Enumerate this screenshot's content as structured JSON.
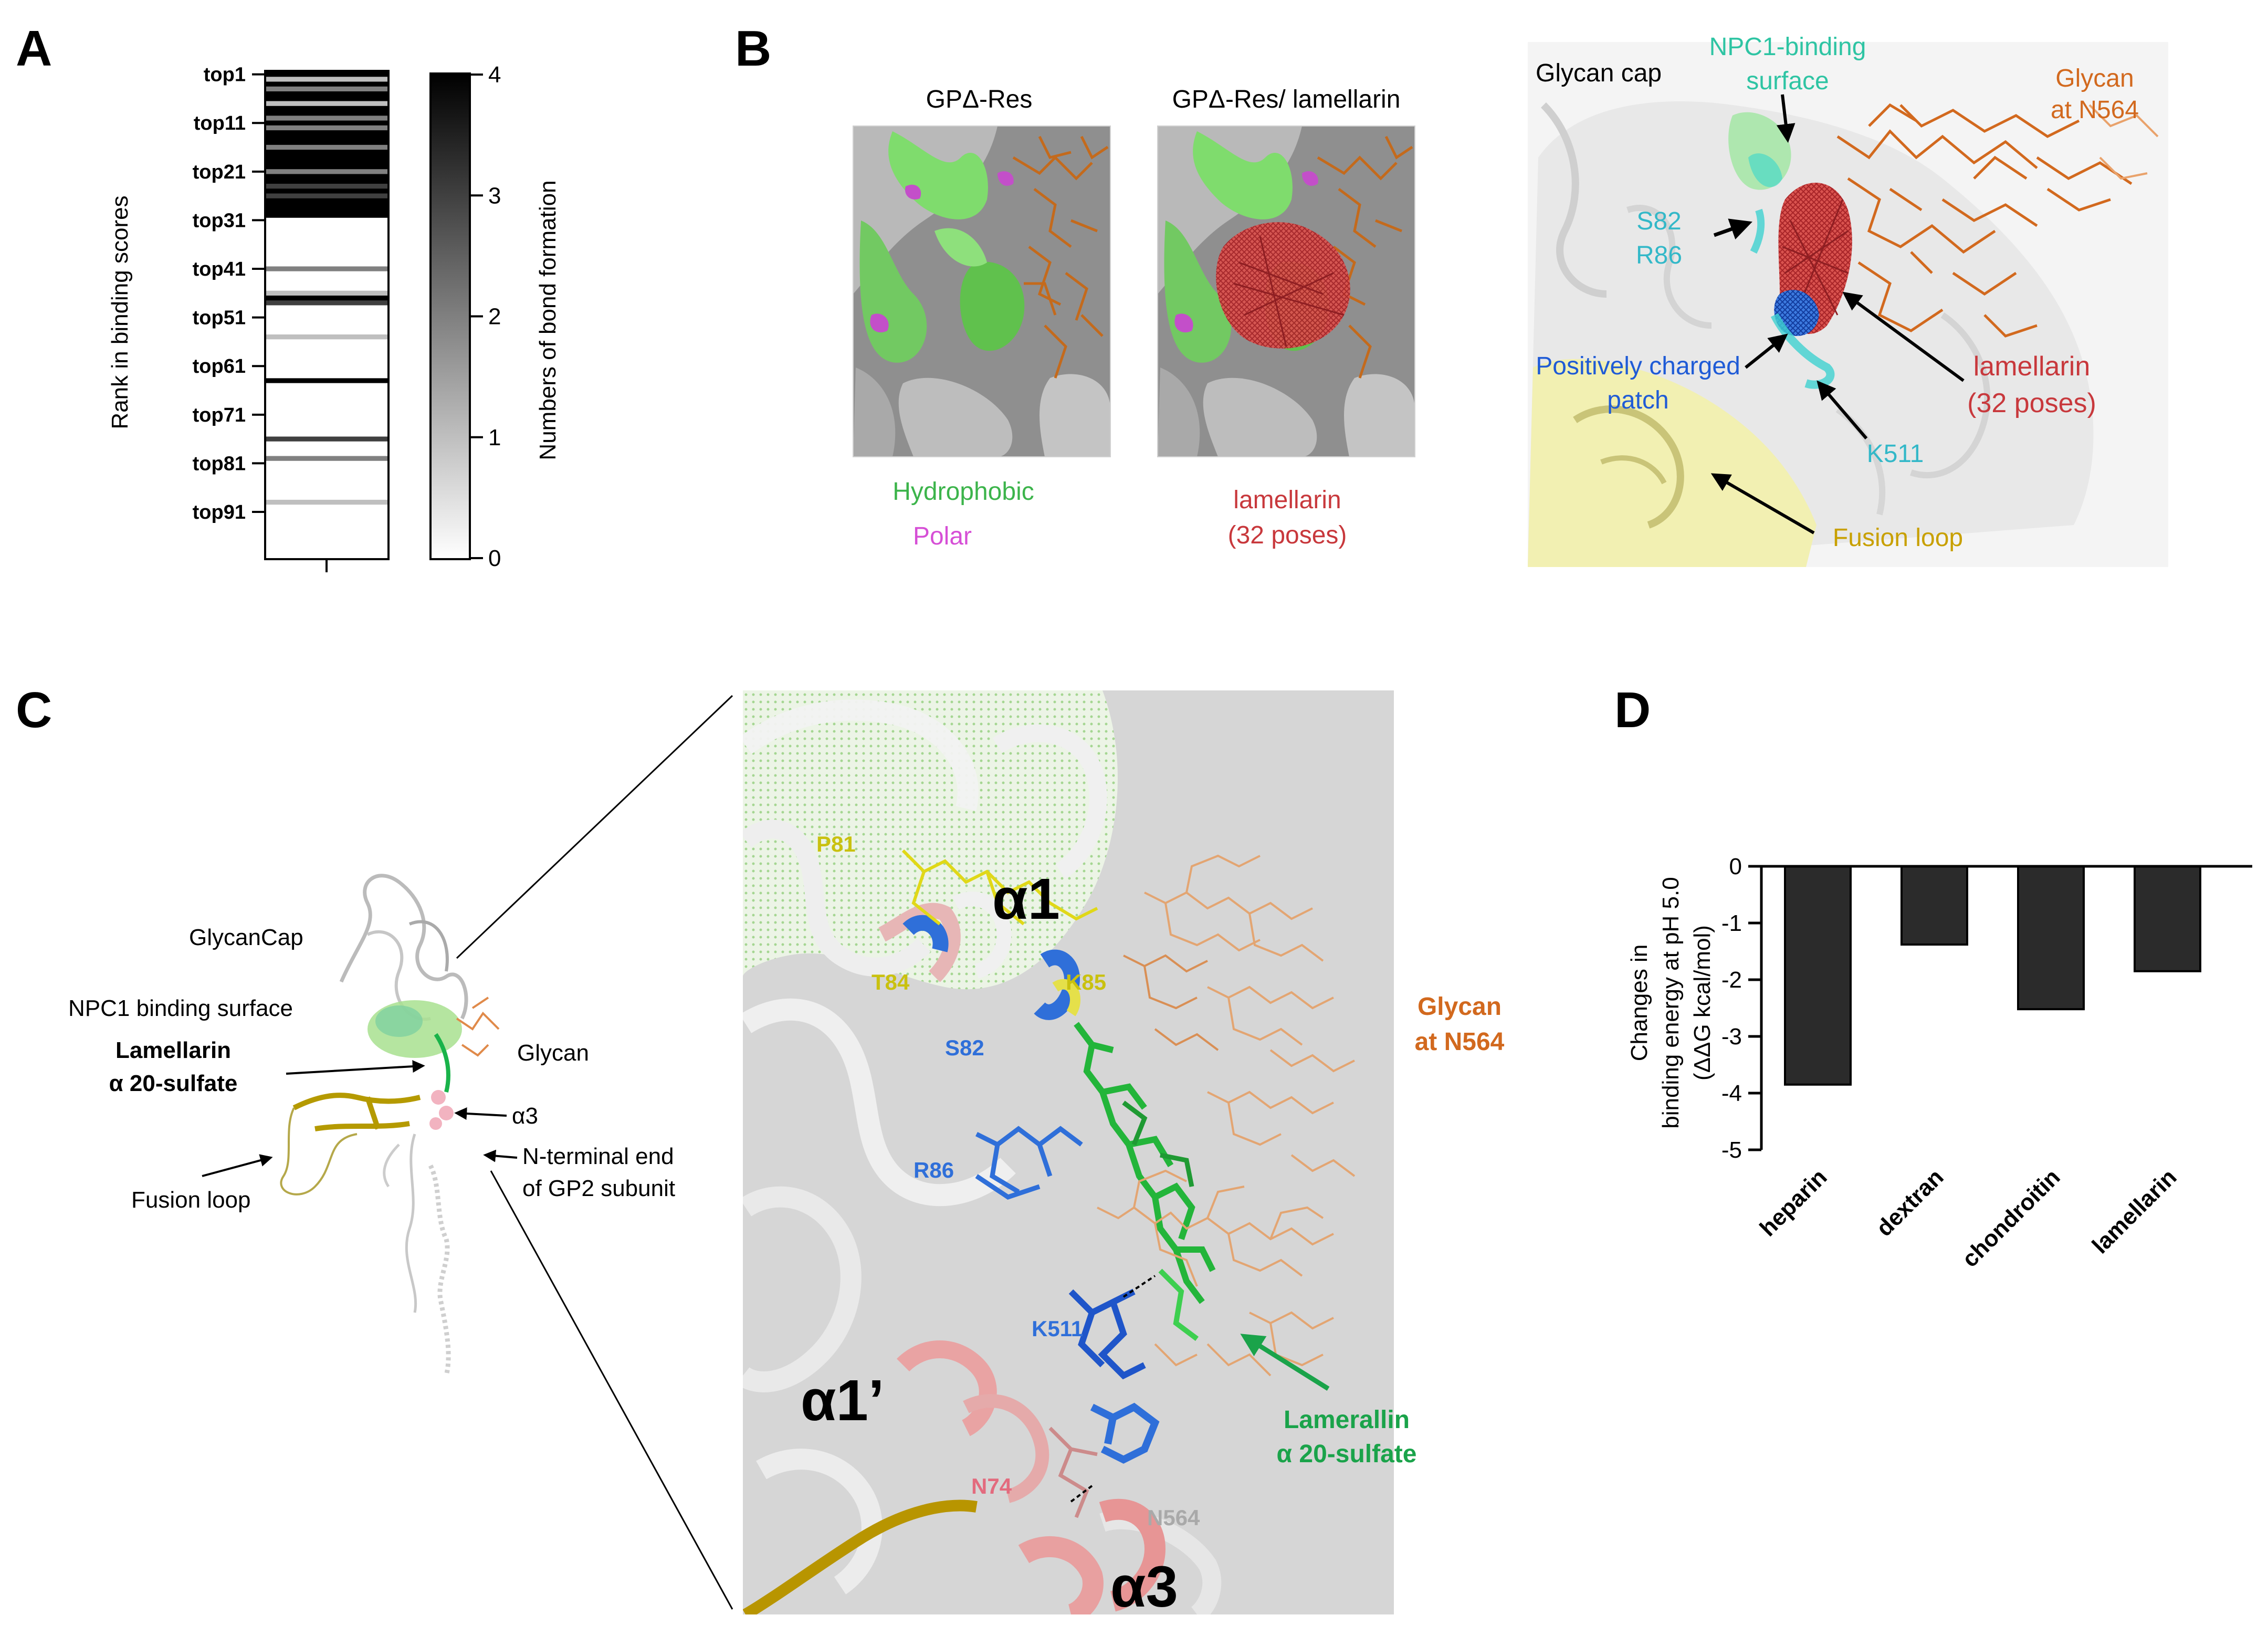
{
  "panel_labels": {
    "a": "A",
    "b": "B",
    "c": "C",
    "d": "D"
  },
  "panel_a": {
    "ylabel": "Rank  in binding scores",
    "ranks": [
      "top1",
      "top11",
      "top21",
      "top31",
      "top41",
      "top51",
      "top61",
      "top71",
      "top81",
      "top91"
    ],
    "colorbar_label": "Numbers of bond formation",
    "colorbar_ticks": [
      "0",
      "1",
      "2",
      "3",
      "4"
    ],
    "bond_counts": [
      4,
      1,
      4,
      2,
      4,
      4,
      1,
      4,
      4,
      2,
      4,
      2,
      4,
      4,
      4,
      2,
      4,
      4,
      4,
      4,
      2,
      4,
      4,
      3,
      4,
      3,
      4,
      4,
      4,
      4,
      0,
      0,
      0,
      0,
      0,
      0,
      0,
      0,
      0,
      0,
      2,
      0,
      0,
      0,
      0,
      1,
      4,
      3,
      0,
      0,
      0,
      0,
      0,
      0,
      1,
      0,
      0,
      0,
      0,
      0,
      0,
      0,
      0,
      4,
      0,
      0,
      0,
      0,
      0,
      0,
      0,
      0,
      0,
      0,
      0,
      3,
      0,
      0,
      0,
      2,
      0,
      0,
      0,
      0,
      0,
      0,
      0,
      0,
      1,
      0,
      0,
      0,
      0,
      0,
      0,
      0,
      0,
      0,
      0,
      0
    ]
  },
  "panel_b": {
    "title_left": "GPΔ-Res",
    "title_mid": "GPΔ-Res/ lamellarin",
    "legend_hydrophobic": "Hydrophobic",
    "legend_polar": "Polar",
    "legend_lamellarin_1": "lamellarin",
    "legend_lamellarin_2": "(32 poses)",
    "glycan_cap": "Glycan cap",
    "npc1_1": "NPC1-binding",
    "npc1_2": "surface",
    "glycan_1": "Glycan",
    "glycan_2": "at N564",
    "s82": "S82",
    "r86": "R86",
    "pos_1": "Positively charged",
    "pos_2": "patch",
    "lam_1": "lamellarin",
    "lam_2": "(32 poses)",
    "k511": "K511",
    "fusion": "Fusion loop",
    "colors": {
      "hydrophobic": "#3cb44b",
      "polar": "#d64fd6",
      "lamellarin": "#c8383c",
      "npc1": "#33cccc",
      "glycan": "#d2691e",
      "patch": "#1f5bd6",
      "fusion": "#c8a000"
    }
  },
  "panel_c": {
    "glycancap": "GlycanCap",
    "npc1": "NPC1 binding surface",
    "lam_1": "Lamellarin",
    "lam_2": "α 20-sulfate",
    "glycan": "Glycan",
    "a3_small": "α3",
    "nterm_1": "N-terminal end",
    "nterm_2": "of GP2 subunit",
    "fusion": "Fusion loop",
    "p81": "P81",
    "a1": "α1",
    "t84": "T84",
    "k85": "K85",
    "s82": "S82",
    "r86": "R86",
    "glycan_1": "Glycan",
    "glycan_2": "at N564",
    "k511": "K511",
    "a1p": "α1’",
    "n74": "N74",
    "n564": "N564",
    "a3": "α3",
    "lamerallin_1": "Lamerallin",
    "lamerallin_2": "α 20-sulfate"
  },
  "chart_data": {
    "type": "bar",
    "categories": [
      "heparin",
      "dextran",
      "chondroitin",
      "lamellarin"
    ],
    "values": [
      -3.85,
      -1.38,
      -2.52,
      -1.85
    ],
    "ylim": [
      -5,
      0
    ],
    "yticks": [
      "0",
      "-1",
      "-2",
      "-3",
      "-4",
      "-5"
    ],
    "ylabel_1": "Changes in",
    "ylabel_2": "binding energy at pH 5.0",
    "ylabel_3": "(ΔΔG kcal/mol)",
    "bar_color": "#2b2b2b"
  }
}
